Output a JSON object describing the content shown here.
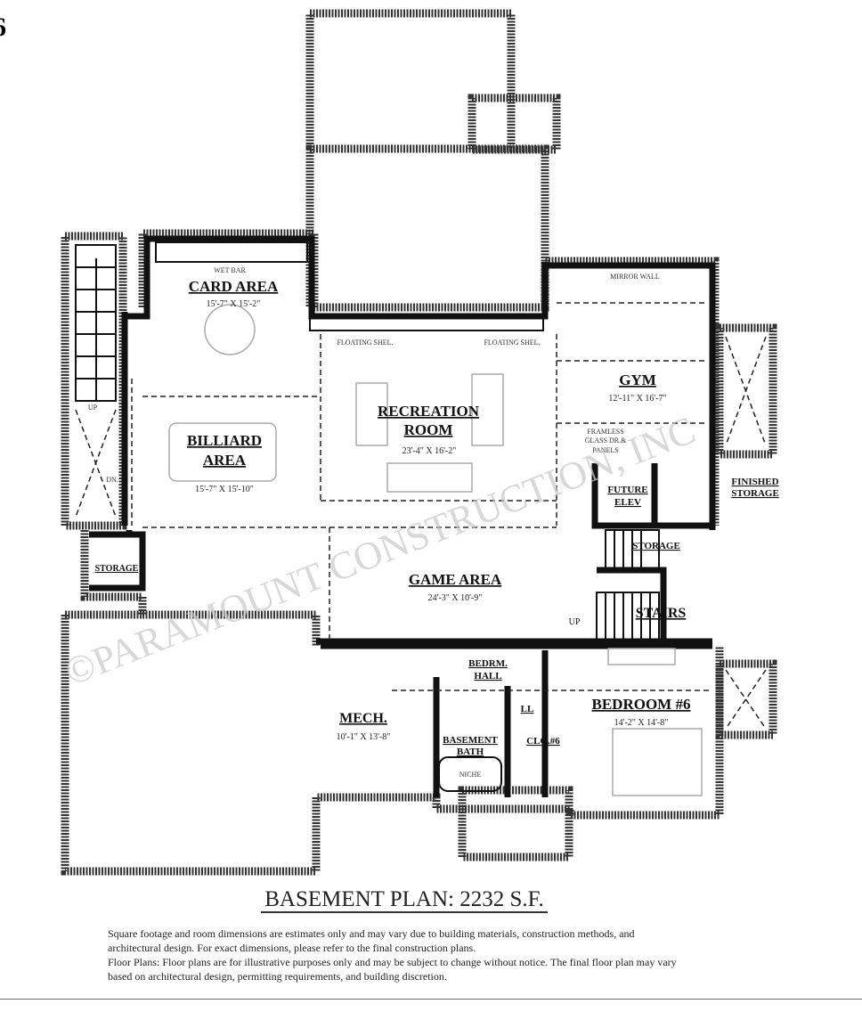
{
  "page_number_fragment": "6",
  "watermark": "©PARAMOUNT CONSTRUCTION, INC",
  "title": "BASEMENT PLAN: 2232 S.F.",
  "disclaimer": [
    "Square footage and room dimensions are estimates only and may vary due to building  materials, construction methods, and architectural design. For exact dimensions, please refer to the final construction plans.",
    "Floor Plans: Floor plans are for illustrative purposes only and may be subject to change without notice. The final floor plan may vary based on architectural design, permitting requirements, and building discretion."
  ],
  "rooms": {
    "card_area": {
      "name": "CARD AREA",
      "dims": "15'-7\" X 15'-2\"",
      "note": "WET BAR"
    },
    "billiard": {
      "name1": "BILLIARD",
      "name2": "AREA",
      "dims": "15'-7\" X 15'-10\""
    },
    "recreation": {
      "name1": "RECREATION",
      "name2": "ROOM",
      "dims": "23'-4\" X 16'-2\"",
      "shelf_left": "FLOATING SHEL.",
      "shelf_right": "FLOATING SHEL."
    },
    "gym": {
      "name": "GYM",
      "dims": "12'-11\" X 16'-7\"",
      "mirror": "MIRROR WALL",
      "glass1": "FRAMLESS",
      "glass2": "GLASS DR.&",
      "glass3": "PANELS"
    },
    "finished_storage": {
      "name1": "FINISHED",
      "name2": "STORAGE"
    },
    "future_elev": {
      "name1": "FUTURE",
      "name2": "ELEV"
    },
    "storage_right": "STORAGE",
    "stairs": "STAIRS",
    "stairs_up": "UP",
    "storage_left": "STORAGE",
    "left_stair_up": "UP",
    "left_stair_dn": "DN.",
    "game_area": {
      "name": "GAME AREA",
      "dims": "24'-3\" X 10'-9\""
    },
    "mech": {
      "name": "MECH.",
      "dims": "10'-1\" X 13'-8\""
    },
    "bedrm_hall": {
      "name1": "BEDRM.",
      "name2": "HALL"
    },
    "linen": "LL",
    "bath": {
      "name1": "BASEMENT",
      "name2": "BATH",
      "niche": "NICHE"
    },
    "closet": "CLO.#6",
    "bedroom": {
      "name": "BEDROOM #6",
      "dims": "14'-2\" X 14'-8\""
    }
  }
}
